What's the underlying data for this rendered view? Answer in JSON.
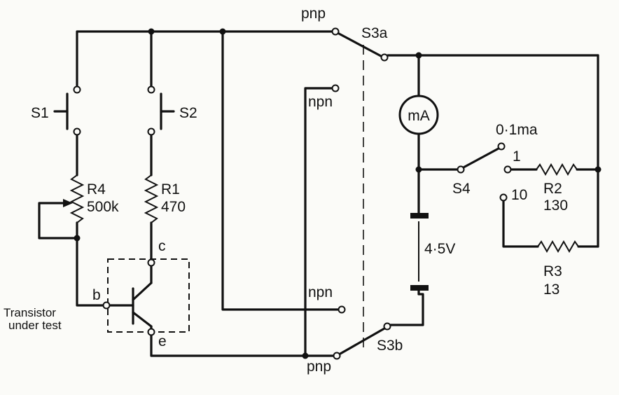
{
  "labels": {
    "s1": "S1",
    "s2": "S2",
    "s3a": "S3a",
    "s3b": "S3b",
    "s4": "S4",
    "r4_name": "R4",
    "r4_value": "500k",
    "r1_name": "R1",
    "r1_value": "470",
    "r2_name": "R2",
    "r2_value": "130",
    "r3_name": "R3",
    "r3_value": "13",
    "meter": "mA",
    "battery": "4·5V",
    "range_high": "0·1ma",
    "range_1": "1",
    "range_10": "10",
    "pnp_top": "pnp",
    "npn_top": "npn",
    "npn_bottom": "npn",
    "pnp_bottom": "pnp",
    "base": "b",
    "collector": "c",
    "emitter": "e",
    "dut_line1": "Transistor",
    "dut_line2": "under test"
  }
}
